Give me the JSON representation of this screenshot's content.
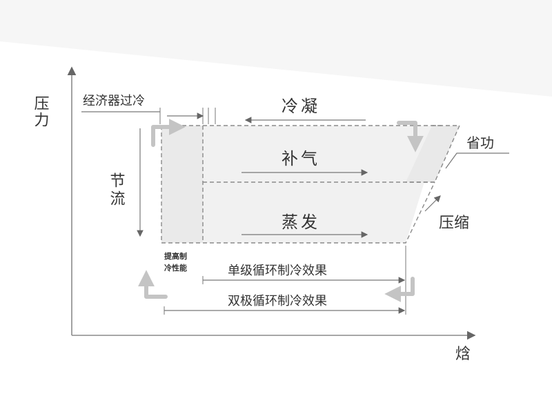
{
  "axes": {
    "y_label": "压力",
    "x_label": "焓"
  },
  "labels": {
    "economizer_subcool": "经济器过冷",
    "condense": "冷凝",
    "supplement_gas": "补气",
    "evaporate": "蒸发",
    "throttle": "节流",
    "save_work": "省功",
    "compress": "压缩",
    "improve_line1": "提高制",
    "improve_line2": "冷性能",
    "single_stage": "单级循环制冷效果",
    "double_stage": "双极循环制冷效果"
  }
}
